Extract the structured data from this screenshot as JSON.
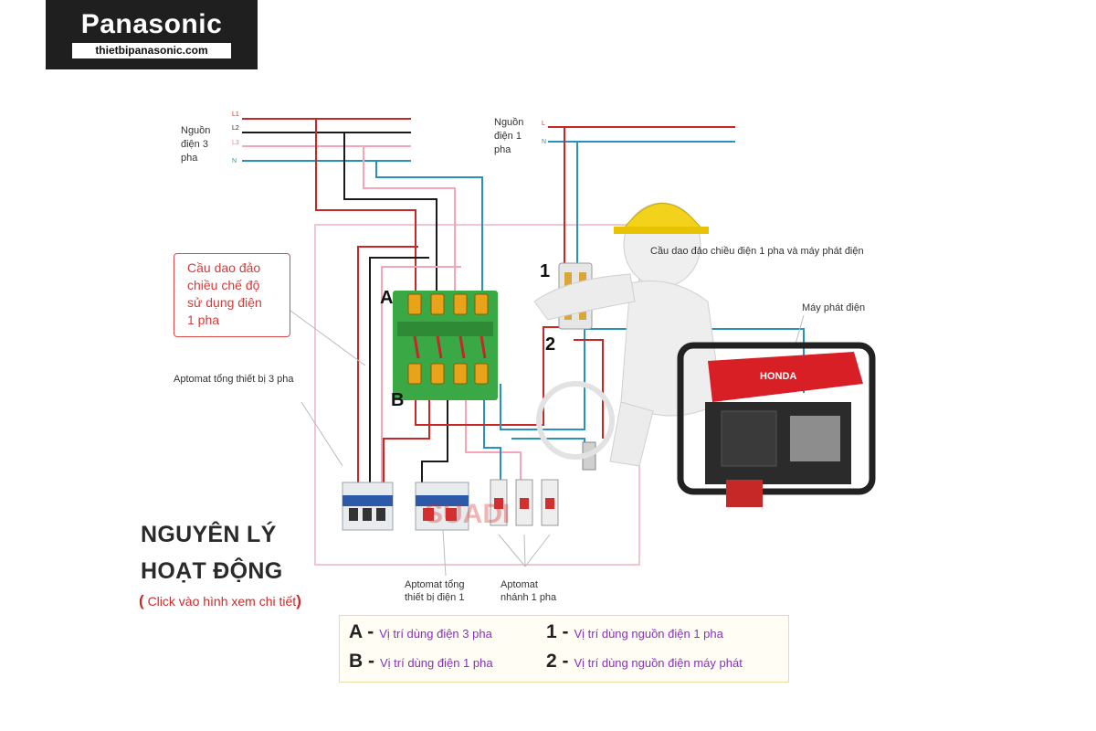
{
  "logo": {
    "brand": "Panasonic",
    "site": "thietbipanasonic.com"
  },
  "source_3phase": {
    "label_l1": "Nguồn",
    "label_l2": "điện 3",
    "label_l3": "pha",
    "lines": [
      "L1",
      "L2",
      "L3",
      "N"
    ]
  },
  "source_1phase": {
    "label_l1": "Nguồn",
    "label_l2": "điện  1",
    "label_l3": "pha",
    "lines": [
      "L",
      "N"
    ]
  },
  "callout": {
    "line1": "Cầu dao đảo",
    "line2": "chiều chế độ",
    "line3": "sử dụng điện",
    "line4": "1 pha"
  },
  "switch_markers": {
    "a": "A",
    "b": "B",
    "one": "1",
    "two": "2"
  },
  "labels": {
    "changeover_1phase": "Cầu dao đảo chiều điện 1 pha và máy phát điện",
    "generator": "Máy phát điện",
    "main_breaker_3phase": "Aptomat tổng thiết bị 3 pha",
    "main_breaker_1phase_l1": "Aptomat tổng",
    "main_breaker_1phase_l2": "thiết bị điện 1",
    "branch_breaker_l1": "Aptomat",
    "branch_breaker_l2": "nhánh 1 pha",
    "generator_brand": "HONDA",
    "watermark": "SUADI"
  },
  "title": {
    "line1": "NGUYÊN LÝ",
    "line2": "HOẠT ĐỘNG"
  },
  "click_note": {
    "open": "(",
    "text": "Click vào hình xem chi tiết",
    "close": ")"
  },
  "legend": [
    {
      "key": "A -",
      "text": "Vị trí dùng điện 3 pha"
    },
    {
      "key": "1 -",
      "text": "Vị trí dùng nguồn điện 1 pha"
    },
    {
      "key": "B -",
      "text": "Vị trí dùng điện 1 pha"
    },
    {
      "key": "2 -",
      "text": "Vị trí dùng nguồn điện máy phát"
    }
  ],
  "colors": {
    "red": "#c62828",
    "black": "#1a1a1a",
    "pink": "#f4a6b8",
    "blue": "#2a8fc1",
    "switch_green": "#3aa845",
    "generator_red": "#d81f26",
    "helmet": "#f2d21b"
  }
}
